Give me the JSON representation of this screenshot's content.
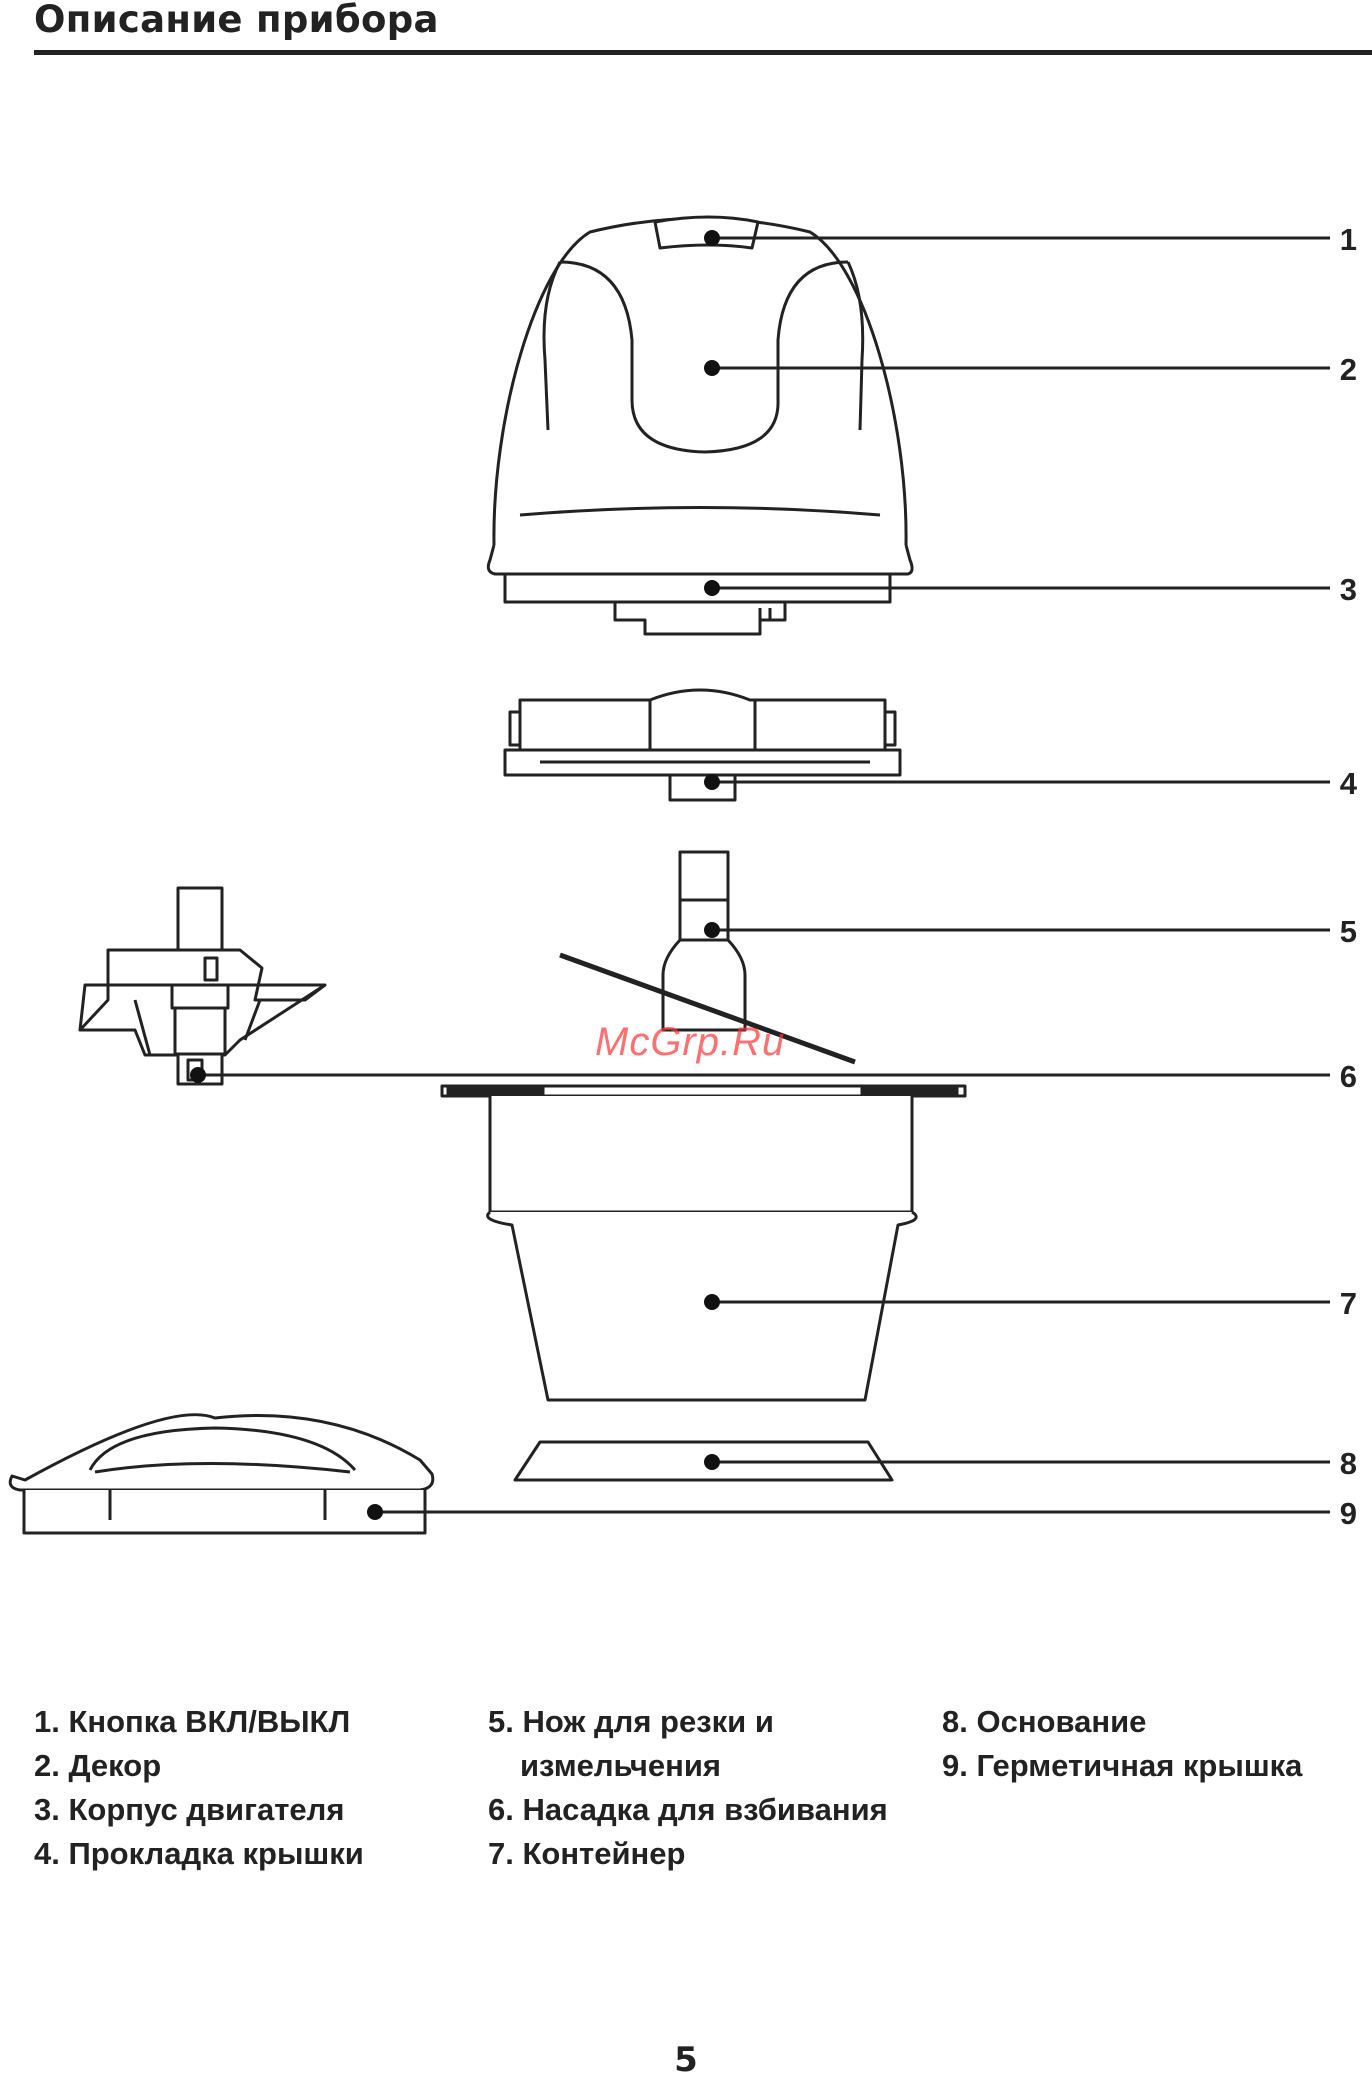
{
  "title": "Описание прибора",
  "callouts": [
    "1",
    "2",
    "3",
    "4",
    "5",
    "6",
    "7",
    "8",
    "9"
  ],
  "watermark": "McGrp.Ru",
  "legend": {
    "col1": [
      "1. Кнопка ВКЛ/ВЫКЛ",
      "2. Декор",
      "3. Корпус двигателя",
      "4. Прокладка крышки"
    ],
    "col2": [
      "5. Нож для резки и",
      "измельчения",
      "6. Насадка для взбивания",
      "7. Контейнер"
    ],
    "col3": [
      "8. Основание",
      "9. Герметичная крышка"
    ]
  },
  "page_number": "5"
}
